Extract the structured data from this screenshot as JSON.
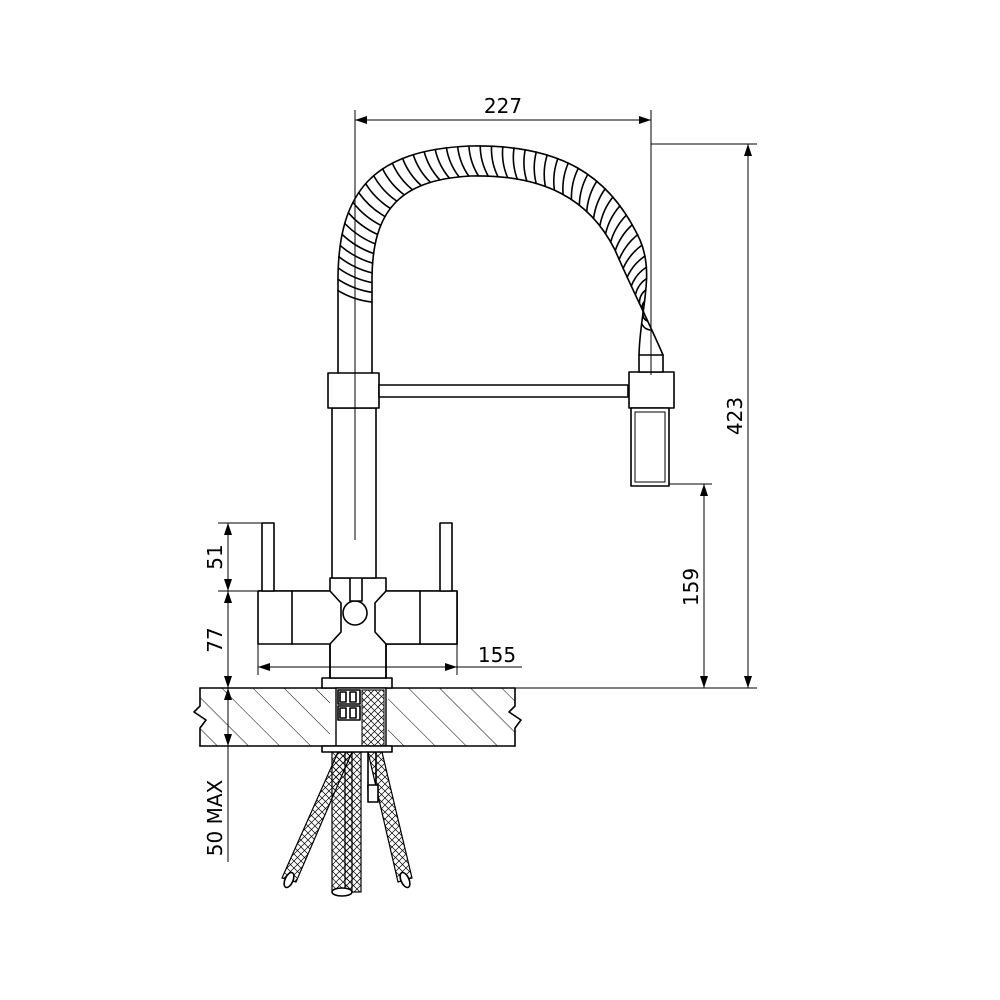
{
  "dimensions": {
    "spout_reach": "227",
    "total_height": "423",
    "spout_height": "159",
    "handle_height": "51",
    "body_height": "77",
    "handle_span": "155",
    "deck_thickness": "50 MAX"
  }
}
